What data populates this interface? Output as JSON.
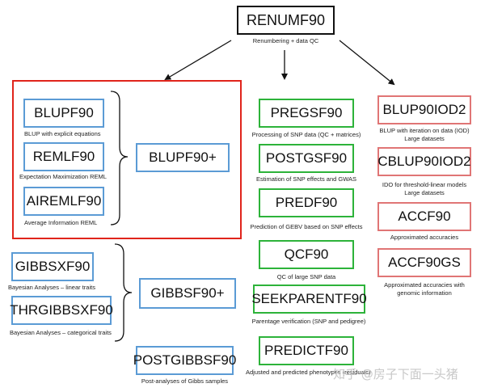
{
  "root": {
    "title": "RENUMF90",
    "caption": "Renumbering + data QC"
  },
  "blup_group": {
    "blupf90": {
      "title": "BLUPF90",
      "caption": "BLUP with explicit equations"
    },
    "remlf90": {
      "title": "REMLF90",
      "caption": "Expectation Maximization REML"
    },
    "airemlf90": {
      "title": "AIREMLF90",
      "caption": "Average Information REML"
    },
    "blupf90plus": {
      "title": "BLUPF90+"
    }
  },
  "gibbs_group": {
    "gibbsxf90": {
      "title": "GIBBSXF90",
      "caption": "Bayesian Analyses – linear traits"
    },
    "thrgibbsxf90": {
      "title": "THRGIBBSXF90",
      "caption": "Bayesian Analyses – categorical traits"
    },
    "gibbsf90plus": {
      "title": "GIBBSF90+"
    },
    "postgibbsf90": {
      "title": "POSTGIBBSF90",
      "caption": "Post-analyses of Gibbs samples"
    }
  },
  "snp_tools": {
    "pregsf90": {
      "title": "PREGSF90",
      "caption": "Processing of SNP data (QC + matrices)"
    },
    "postgsf90": {
      "title": "POSTGSF90",
      "caption": "Estimation of SNP effects and GWAS"
    },
    "predf90": {
      "title": "PREDF90",
      "caption": "Prediction of GEBV based on SNP effects"
    },
    "qcf90": {
      "title": "QCF90",
      "caption": "QC of large SNP data"
    },
    "seekparentf90": {
      "title": "SEEKPARENTF90",
      "caption": "Parentage verification (SNP and pedigree)"
    },
    "predictf90": {
      "title": "PREDICTF90",
      "caption": "Adjusted and predicted phenotypes (residuals)"
    }
  },
  "iod_tools": {
    "blup90iod2": {
      "title": "BLUP90IOD2",
      "caption_1": "BLUP with iteration on data (IOD)",
      "caption_2": "Large datasets"
    },
    "cblup90iod2": {
      "title": "CBLUP90IOD2",
      "caption_1": "IDO for threshold-linear models",
      "caption_2": "Large datasets"
    },
    "accf90": {
      "title": "ACCF90",
      "caption": "Approximated accuracies"
    },
    "accf90gs": {
      "title": "ACCF90GS",
      "caption_1": "Approximated accuracies with",
      "caption_2": "genomic information"
    }
  },
  "watermark": "知乎 @房子下面一头猪",
  "colors": {
    "blue": "#5b9bd5",
    "green": "#2db33a",
    "red": "#e07575",
    "group_red": "#e0241b",
    "black": "#111111"
  }
}
